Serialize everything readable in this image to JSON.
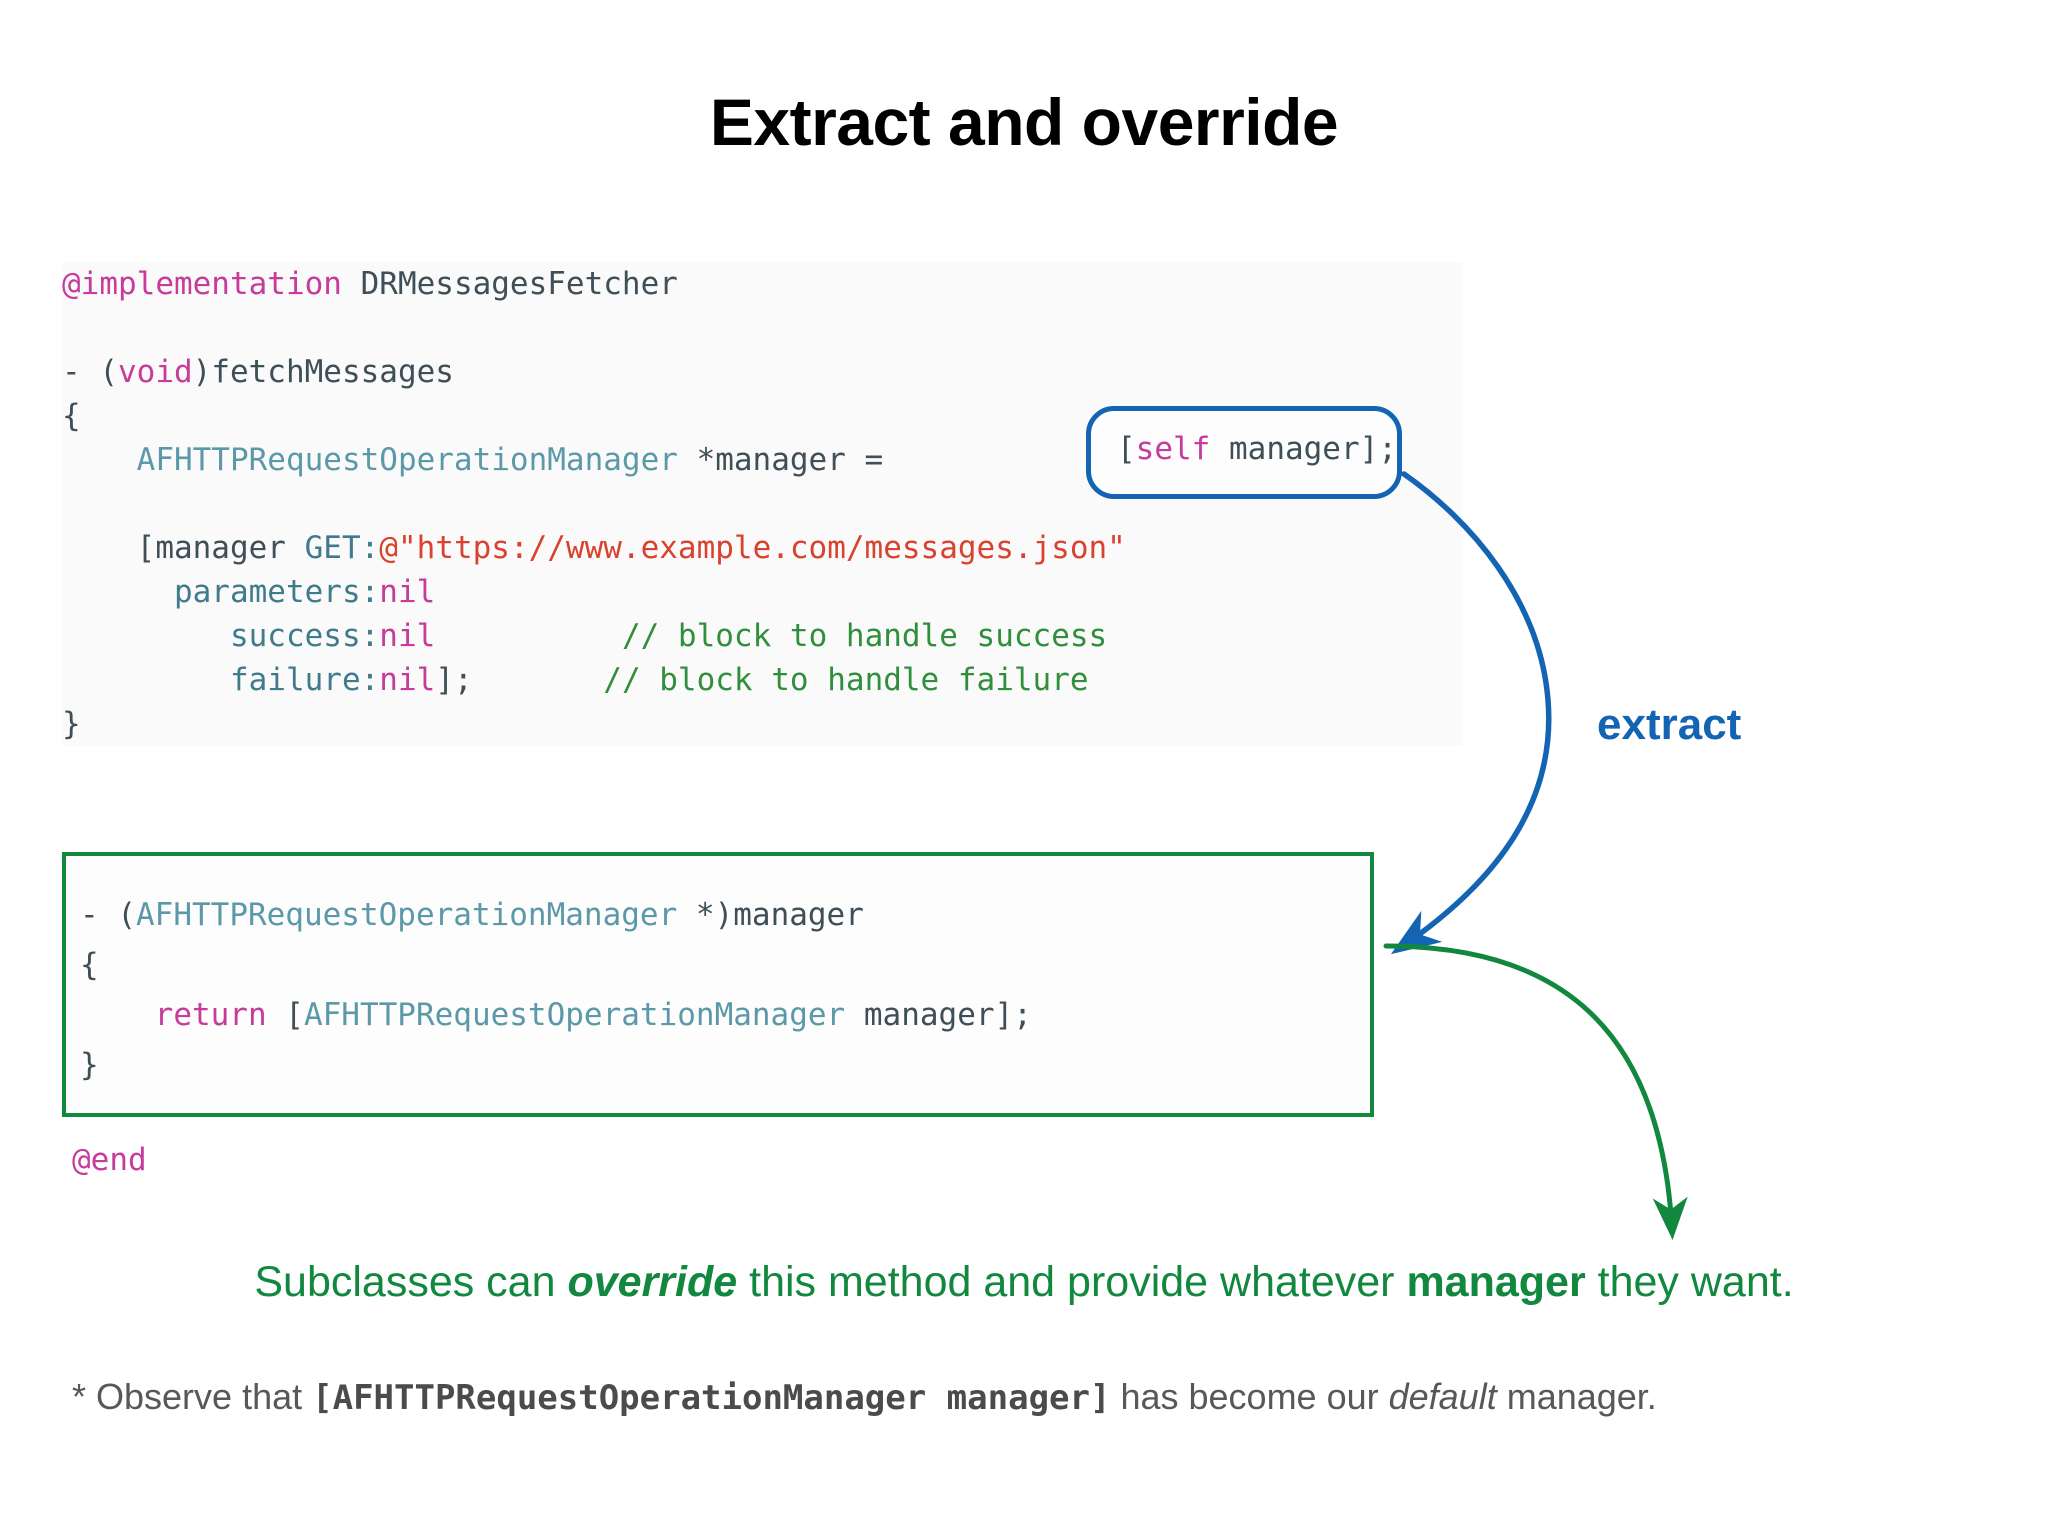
{
  "slide": {
    "title": "Extract and override",
    "background_color": "#ffffff"
  },
  "colors": {
    "keyword": "#c63c9b",
    "type": "#5c99a8",
    "string": "#d9422e",
    "comment": "#2f8f3c",
    "plain": "#3f4f57",
    "blue_accent": "#1464b4",
    "green_accent": "#12883f",
    "footnote_gray": "#58585a"
  },
  "code_top": {
    "lines": [
      {
        "segments": [
          {
            "t": "@implementation ",
            "c": "kw"
          },
          {
            "t": "DRMessagesFetcher",
            "c": "plain"
          }
        ]
      },
      {
        "segments": [
          {
            "t": "",
            "c": "plain"
          }
        ]
      },
      {
        "segments": [
          {
            "t": "- (",
            "c": "plain"
          },
          {
            "t": "void",
            "c": "kw"
          },
          {
            "t": ")fetchMessages",
            "c": "plain"
          }
        ]
      },
      {
        "segments": [
          {
            "t": "{",
            "c": "plain"
          }
        ]
      },
      {
        "segments": [
          {
            "t": "    ",
            "c": "plain"
          },
          {
            "t": "AFHTTPRequestOperationManager",
            "c": "type"
          },
          {
            "t": " *manager = ",
            "c": "plain"
          }
        ]
      },
      {
        "segments": [
          {
            "t": "",
            "c": "plain"
          }
        ]
      },
      {
        "segments": [
          {
            "t": "    [manager ",
            "c": "plain"
          },
          {
            "t": "GET:",
            "c": "sel"
          },
          {
            "t": "@\"https://www.example.com/messages.json\"",
            "c": "str"
          }
        ]
      },
      {
        "segments": [
          {
            "t": "      ",
            "c": "plain"
          },
          {
            "t": "parameters:",
            "c": "sel"
          },
          {
            "t": "nil",
            "c": "kw"
          }
        ]
      },
      {
        "segments": [
          {
            "t": "         ",
            "c": "plain"
          },
          {
            "t": "success:",
            "c": "sel"
          },
          {
            "t": "nil",
            "c": "kw"
          },
          {
            "t": "          ",
            "c": "plain"
          },
          {
            "t": "// block to handle success",
            "c": "cmt"
          }
        ]
      },
      {
        "segments": [
          {
            "t": "         ",
            "c": "plain"
          },
          {
            "t": "failure:",
            "c": "sel"
          },
          {
            "t": "nil",
            "c": "kw"
          },
          {
            "t": "];",
            "c": "plain"
          },
          {
            "t": "       ",
            "c": "plain"
          },
          {
            "t": "// block to handle failure",
            "c": "cmt"
          }
        ]
      },
      {
        "segments": [
          {
            "t": "}",
            "c": "plain"
          }
        ]
      }
    ]
  },
  "blue_highlight": {
    "name": "self-manager-call",
    "segments": [
      {
        "t": "[",
        "c": "plain"
      },
      {
        "t": "self",
        "c": "kw"
      },
      {
        "t": " manager];",
        "c": "plain"
      }
    ],
    "text": "[self manager];",
    "border_color": "#1464b4"
  },
  "code_bottom": {
    "border_color": "#12883f",
    "lines": [
      {
        "segments": [
          {
            "t": "- (",
            "c": "plain"
          },
          {
            "t": "AFHTTPRequestOperationManager",
            "c": "type"
          },
          {
            "t": " *)manager",
            "c": "plain"
          }
        ]
      },
      {
        "segments": [
          {
            "t": "{",
            "c": "plain"
          }
        ]
      },
      {
        "segments": [
          {
            "t": "    ",
            "c": "plain"
          },
          {
            "t": "return",
            "c": "kw"
          },
          {
            "t": " [",
            "c": "plain"
          },
          {
            "t": "AFHTTPRequestOperationManager",
            "c": "type"
          },
          {
            "t": " manager];",
            "c": "plain"
          }
        ]
      },
      {
        "segments": [
          {
            "t": "}",
            "c": "plain"
          }
        ]
      }
    ]
  },
  "code_end": {
    "text": "@end"
  },
  "annotations": {
    "extract_label": "extract",
    "extract_label_color": "#1464b4"
  },
  "caption": {
    "parts": [
      {
        "t": "Subclasses can ",
        "style": "normal"
      },
      {
        "t": "override",
        "style": "bold-italic"
      },
      {
        "t": " this method and provide whatever ",
        "style": "normal"
      },
      {
        "t": "manager",
        "style": "bold"
      },
      {
        "t": " they want.",
        "style": "normal"
      }
    ],
    "full_text": "Subclasses can override this method and provide whatever manager they want.",
    "color": "#12883f"
  },
  "footnote": {
    "parts": [
      {
        "t": "* Observe that ",
        "style": "normal"
      },
      {
        "t": "[AFHTTPRequestOperationManager manager]",
        "style": "mono"
      },
      {
        "t": " has become our ",
        "style": "normal"
      },
      {
        "t": "default",
        "style": "italic"
      },
      {
        "t": " manager.",
        "style": "normal"
      }
    ],
    "full_text": "* Observe that [AFHTTPRequestOperationManager manager] has become our default manager.",
    "color": "#58585a"
  }
}
